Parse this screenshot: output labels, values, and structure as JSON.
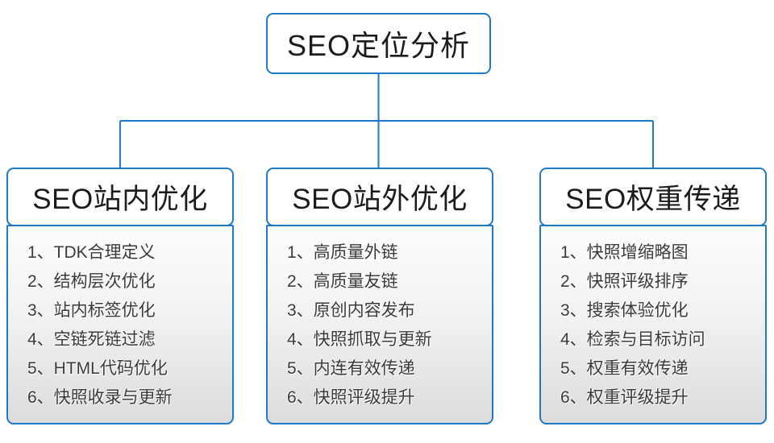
{
  "diagram": {
    "root": {
      "title": "SEO定位分析"
    },
    "columns": [
      {
        "title": "SEO站内优化",
        "items": [
          "1、TDK合理定义",
          "2、结构层次优化",
          "3、站内标签优化",
          "4、空链死链过滤",
          "5、HTML代码优化",
          "6、快照收录与更新"
        ]
      },
      {
        "title": "SEO站外优化",
        "items": [
          "1、高质量外链",
          "2、高质量友链",
          "3、原创内容发布",
          "4、快照抓取与更新",
          "5、内连有效传递",
          "6、快照评级提升"
        ]
      },
      {
        "title": "SEO权重传递",
        "items": [
          "1、快照增缩略图",
          "2、快照评级排序",
          "3、搜索体验优化",
          "4、检索与目标访问",
          "5、权重有效传递",
          "6、权重评级提升"
        ]
      }
    ],
    "colors": {
      "accent_blue": "#1f79c6",
      "header_text": "#1c1c1c",
      "body_text": "#3a3a3a",
      "body_gradient_top": "#fdfdfd",
      "body_gradient_bottom": "#dcdcdc"
    }
  }
}
